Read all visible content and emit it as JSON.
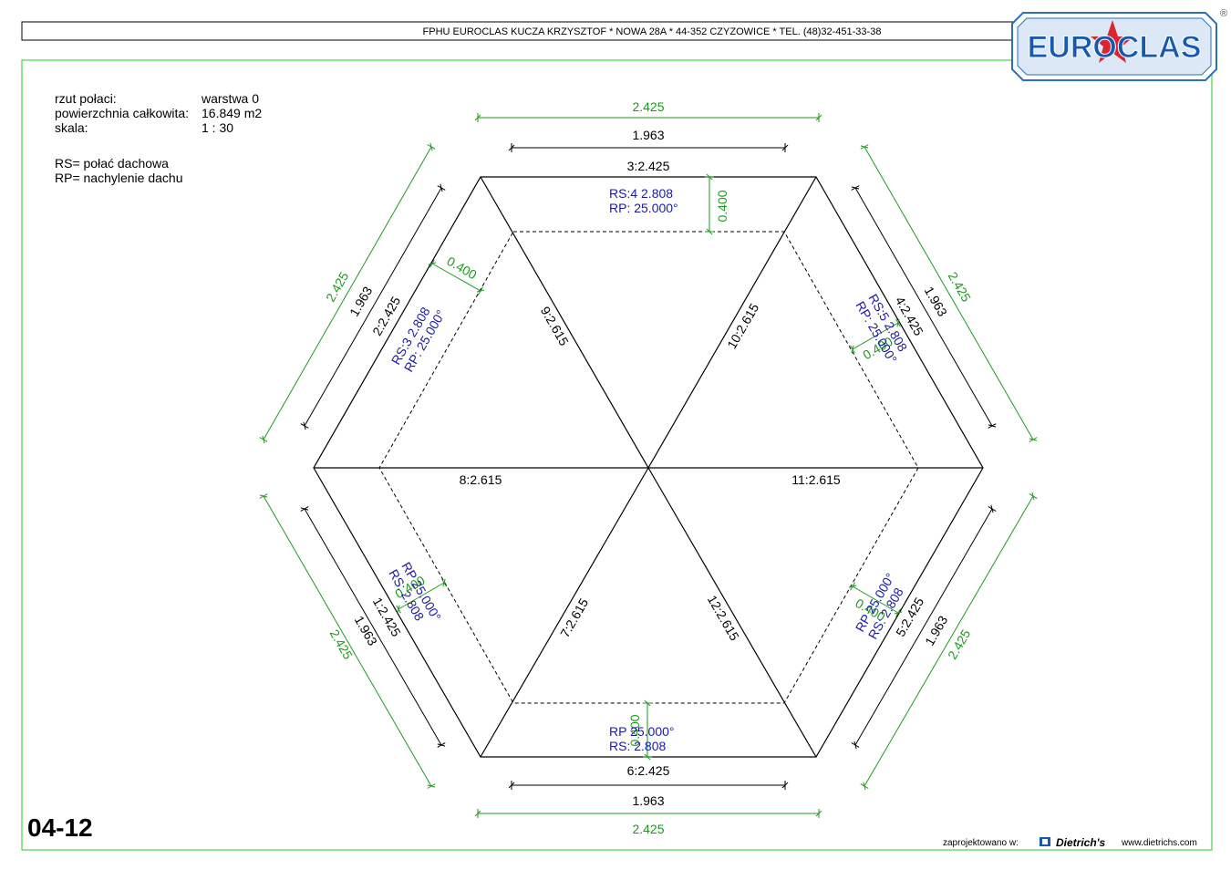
{
  "header": {
    "company_line": "FPHU EUROCLAS KUCZA KRZYSZTOF * NOWA 28A * 44-352 CZYZOWICE * TEL. (48)32-451-33-38",
    "logo_text": "EUROCLAS",
    "registered_mark": "®"
  },
  "info": {
    "rzut_label": "rzut połaci:",
    "rzut_value": "warstwa 0",
    "area_label": "powierzchnia całkowita:",
    "area_value": "16.849 m2",
    "scale_label": "skala:",
    "scale_value": "1 : 30",
    "legend_rs": "RS= połać dachowa",
    "legend_rp": "RP= nachylenie dachu"
  },
  "edges": {
    "e1": "1:2.425",
    "e2": "2:2.425",
    "e3": "3:2.425",
    "e4": "4:2.425",
    "e5": "5:2.425",
    "e6": "6:2.425",
    "e7": "7:2.615",
    "e8": "8:2.615",
    "e9": "9:2.615",
    "e10": "10:2.615",
    "e11": "11:2.615",
    "e12": "12:2.615"
  },
  "dims": {
    "outer": "2.425",
    "inner": "1.963",
    "offset": "0.400"
  },
  "planes": {
    "top": {
      "rs": "RS:4   2.808",
      "rp": "RP:   25.000°"
    },
    "upper_left": {
      "rs": "RS:3   2.808",
      "rp": "RP:   25.000°"
    },
    "upper_right": {
      "rs": "RS:5   2.808",
      "rp": "RP:   25.000°"
    },
    "lower_left": {
      "rs": "RS:   2.808",
      "rp": "RP   25.000°"
    },
    "lower_right": {
      "rs": "RS:   2.808",
      "rp": "RP   25.000°"
    },
    "bottom": {
      "rs": "RS:   2.808",
      "rp": "RP   25.000°"
    }
  },
  "footer": {
    "page_number": "04-12",
    "designed_label": "zaprojektowano w:",
    "software": "Dietrich's",
    "website": "www.dietrichs.com"
  },
  "colors": {
    "frame": "#22cc22",
    "dims_green": "#1e9a1e",
    "text_blue": "#1a1aa8",
    "logo_blue": "#1758b3",
    "logo_red": "#d9262e"
  }
}
